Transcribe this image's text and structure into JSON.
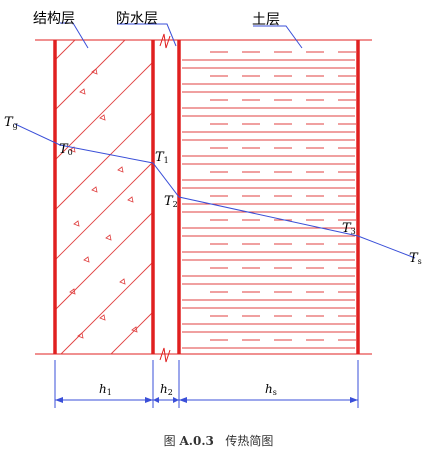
{
  "diagram": {
    "layers": {
      "structural": "结构层",
      "waterproof": "防水层",
      "soil": "土层"
    },
    "temperatures": {
      "tg": {
        "base": "T",
        "sub": "g"
      },
      "t0": {
        "base": "T",
        "sub": "0"
      },
      "t1": {
        "base": "T",
        "sub": "1"
      },
      "t2": {
        "base": "T",
        "sub": "2"
      },
      "t3": {
        "base": "T",
        "sub": "3"
      },
      "ts": {
        "base": "T",
        "sub": "s"
      }
    },
    "dimensions": {
      "h1": {
        "base": "h",
        "sub": "1"
      },
      "h2": {
        "base": "h",
        "sub": "2"
      },
      "hs": {
        "base": "h",
        "sub": "s"
      }
    },
    "caption": {
      "prefix": "图",
      "number": "A.0.3",
      "title": "传热简图"
    }
  },
  "colors": {
    "wall": "#e02020",
    "line": "#3a4fd8",
    "hatch": "#e04040",
    "text": "#111111"
  }
}
